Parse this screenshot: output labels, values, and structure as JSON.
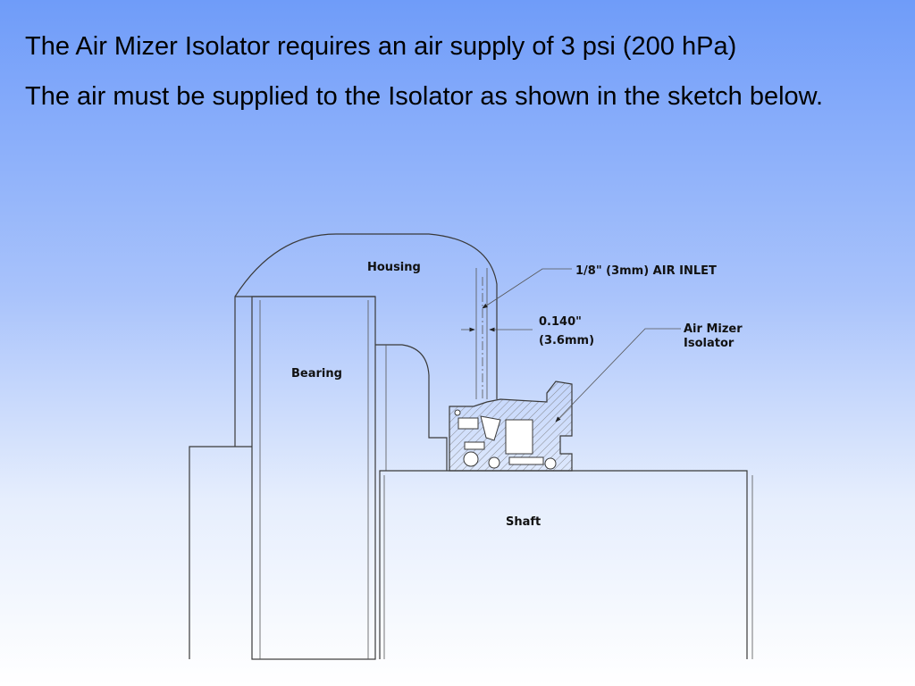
{
  "text": {
    "line1": "The Air Mizer Isolator requires an air supply of 3 psi (200 hPa)",
    "line2": "The air must be supplied to the Isolator as shown in the sketch below."
  },
  "diagram": {
    "labels": {
      "housing": "Housing",
      "bearing": "Bearing",
      "shaft": "Shaft",
      "air_inlet": "1/8\" (3mm) AIR INLET",
      "gap_in": "0.140\"",
      "gap_mm": "(3.6mm)",
      "isolator_line1": "Air Mizer",
      "isolator_line2": "Isolator"
    }
  }
}
